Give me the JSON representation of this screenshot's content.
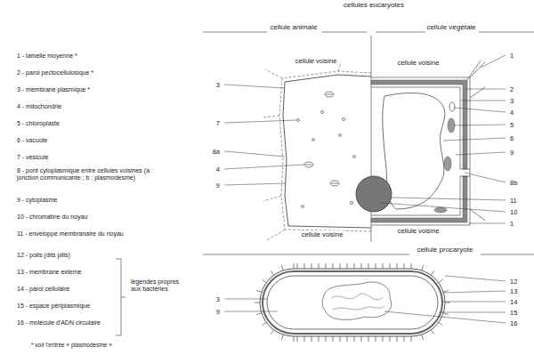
{
  "diagram": {
    "title": "cellules eucaryotes",
    "labels": [
      "cellule animale",
      "cellule végétale",
      "cellule voisine",
      "cellule voisine",
      "cellule voisine",
      "cellule voisine",
      "cellule procaryote",
      "1 - lamelle moyenne *",
      "2 - paroi pectocellulosique *",
      "3 - membrane plasmique *",
      "4 - mitochondrie",
      "5 - chloroplaste",
      "6 - vacuole",
      "7 - vésicule",
      "8 - pont cytoplasmique entre cellules voisines (a : jonction communicante ; b : plasmodesme)",
      "9 - cytoplasme",
      "10 - chromatine du noyau",
      "11 - enveloppe membranaire du noyau",
      "12 - poils (dits pilis)",
      "13 - membrane externe",
      "14 - paroi cellulaire",
      "15 - espace périplasmique",
      "16 - molécule d'ADN circulaire",
      "légendes propres aux bactéries",
      "* voir l'entrée « plasmodesme »",
      "3",
      "7",
      "8a",
      "4",
      "9",
      "1",
      "2",
      "3",
      "4",
      "5",
      "6",
      "9",
      "8b",
      "11",
      "10",
      "1",
      "3",
      "9",
      "12",
      "13",
      "14",
      "15",
      "16"
    ]
  }
}
